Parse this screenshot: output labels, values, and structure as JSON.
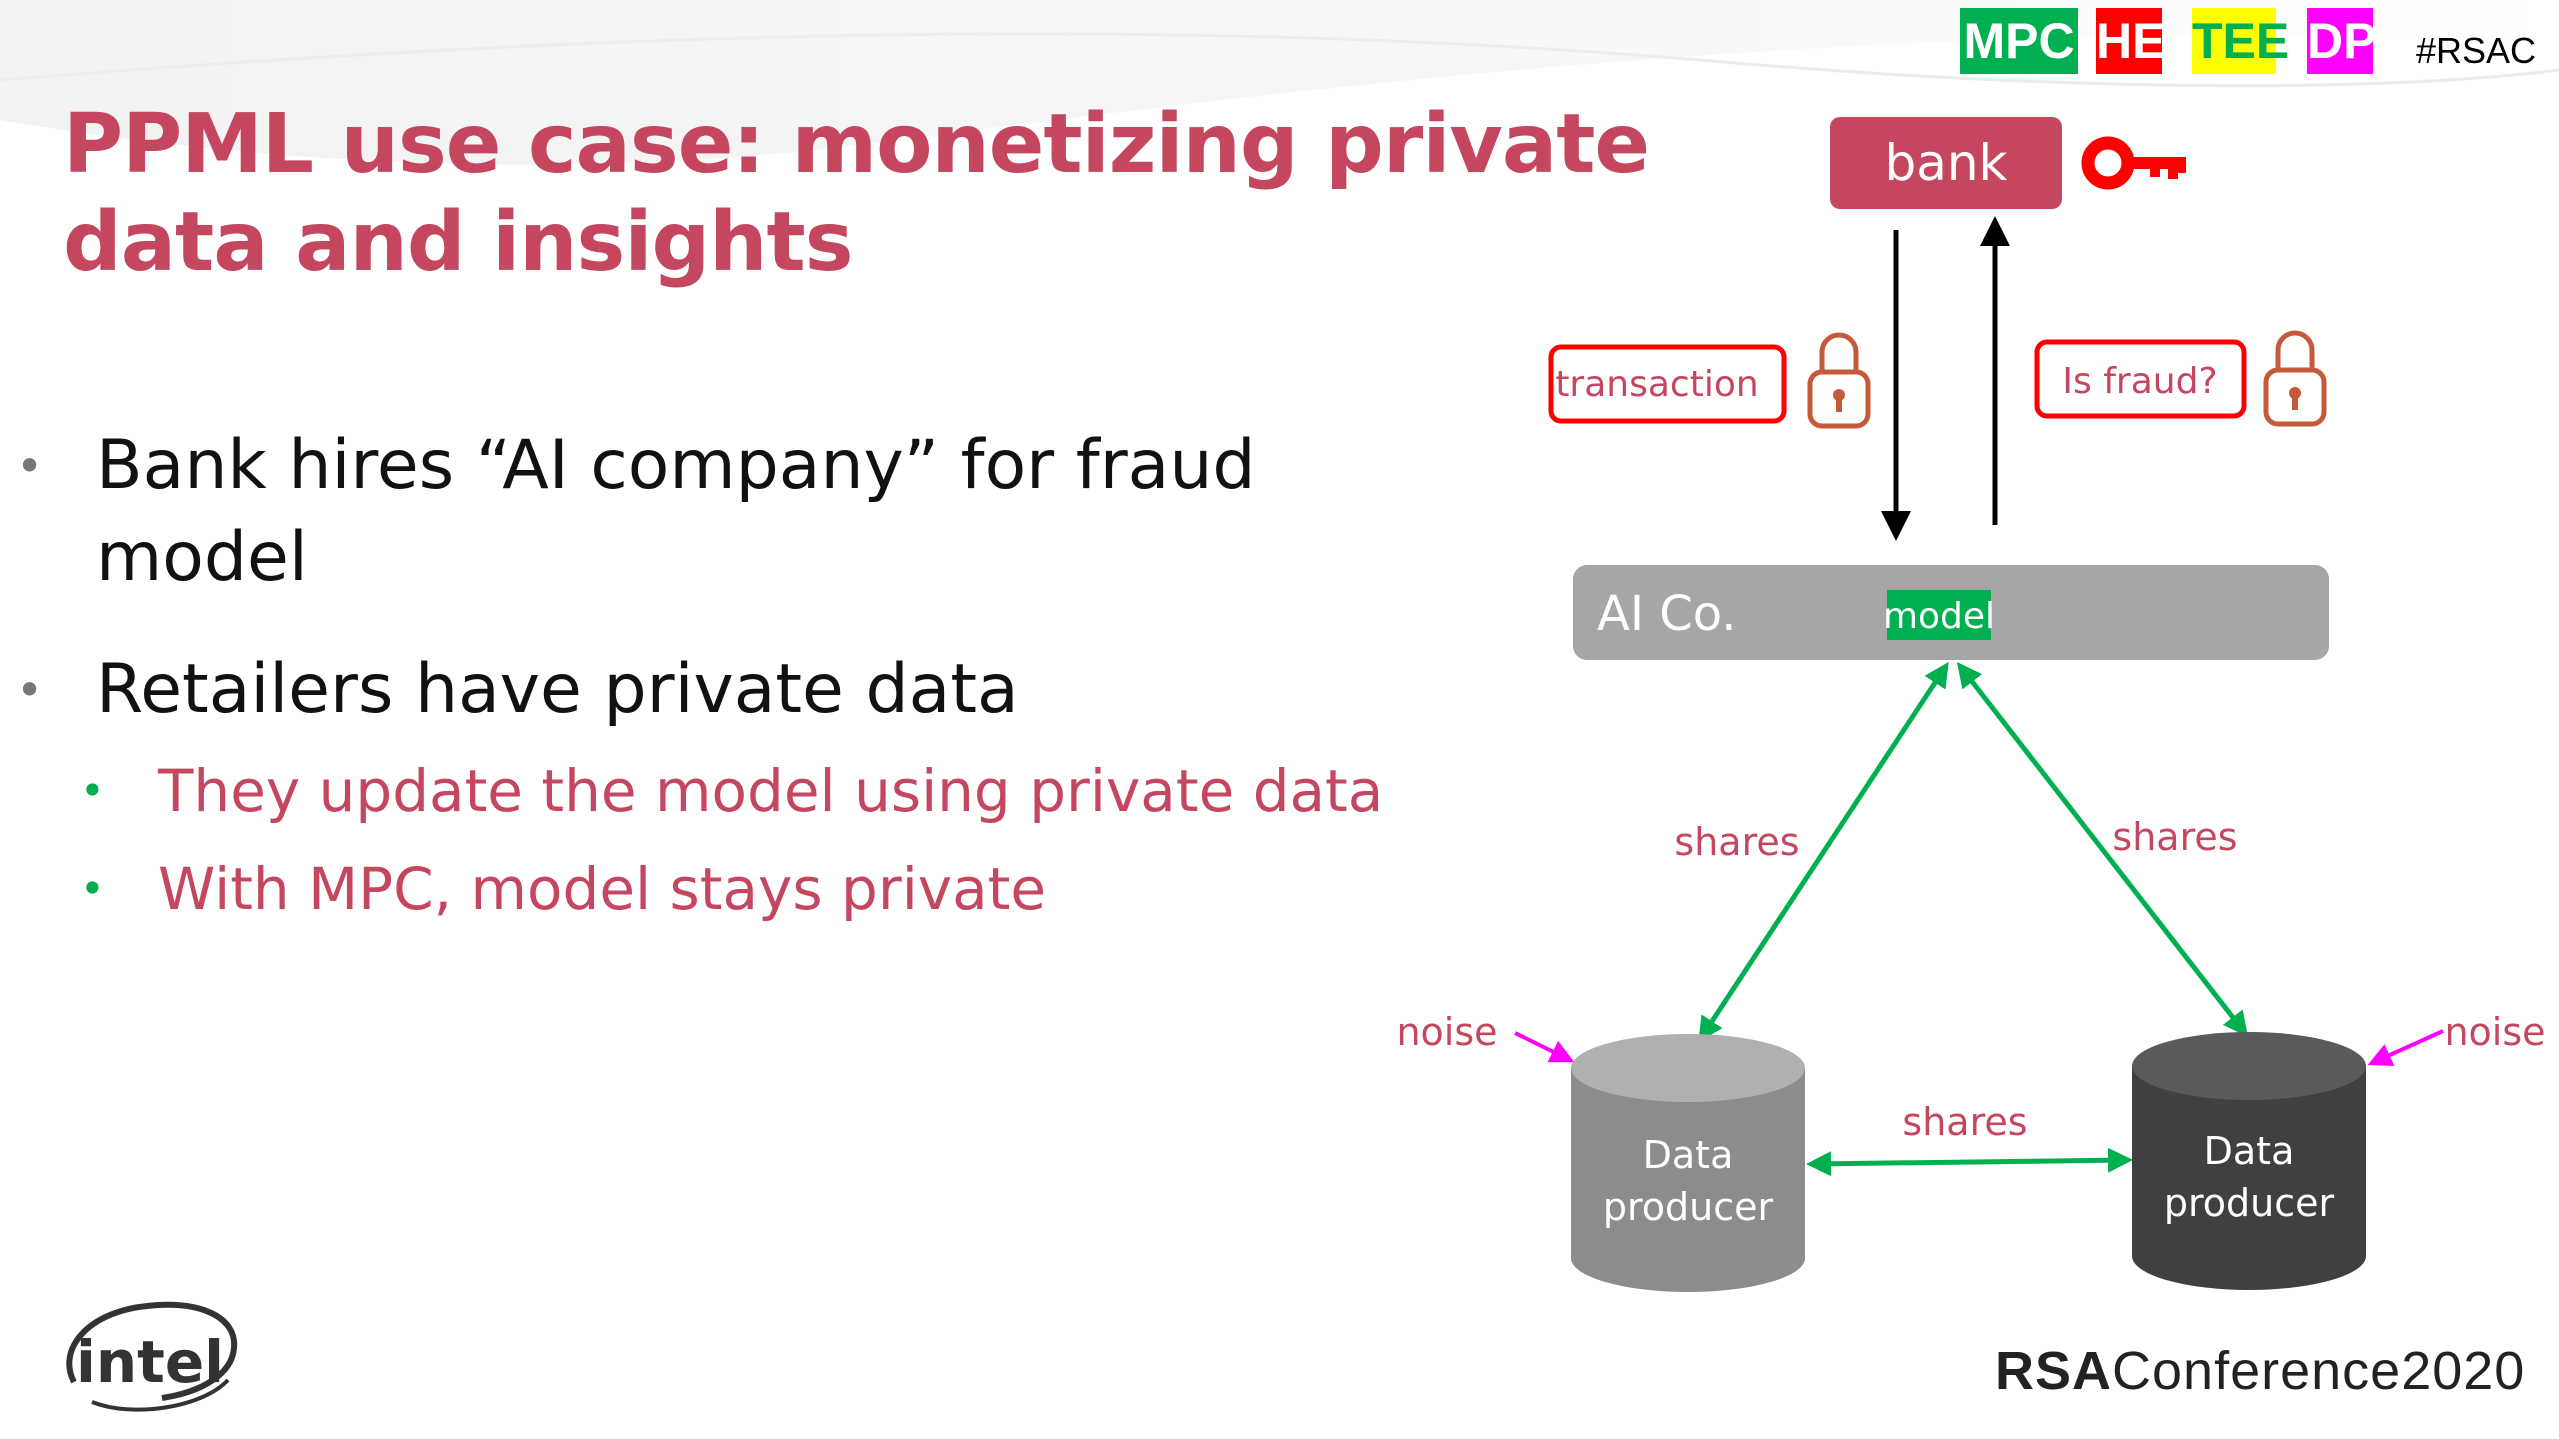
{
  "tags": {
    "mpc": "MPC",
    "he": "HE",
    "tee": "TEE",
    "dp": "DP"
  },
  "hashtag": "#RSAC",
  "title": "PPML use case: monetizing private data and insights",
  "bullets": [
    {
      "level": 1,
      "text": "Bank hires “AI company” for fraud model"
    },
    {
      "level": 1,
      "text": "Retailers have private data"
    },
    {
      "level": 2,
      "text": "They update the model using private data"
    },
    {
      "level": 2,
      "text": "With MPC, model stays private"
    }
  ],
  "diagram": {
    "bank": "bank",
    "transaction": "transaction",
    "is_fraud": "Is fraud?",
    "ai_co": "AI Co.",
    "model": "model",
    "shares_left": "shares",
    "shares_right": "shares",
    "shares_bottom": "shares",
    "noise_left": "noise",
    "noise_right": "noise",
    "producer_left": [
      "Data",
      "producer"
    ],
    "producer_right": [
      "Data",
      "producer"
    ]
  },
  "logos": {
    "intel": "intel",
    "rsa_bold": "RSA",
    "rsa_rest": "Conference2020"
  },
  "colors": {
    "title": "#c5475f",
    "bank": "#c5475f",
    "alert": "#ff0000",
    "shares": "#00b050",
    "noise": "#ff00ff",
    "lock": "#c55a3a",
    "ai_box": "#a6a6a6",
    "producer_left": "#8c8c8c",
    "producer_right": "#404040"
  },
  "icons": [
    "key-icon",
    "lock-icon",
    "lock-icon"
  ]
}
